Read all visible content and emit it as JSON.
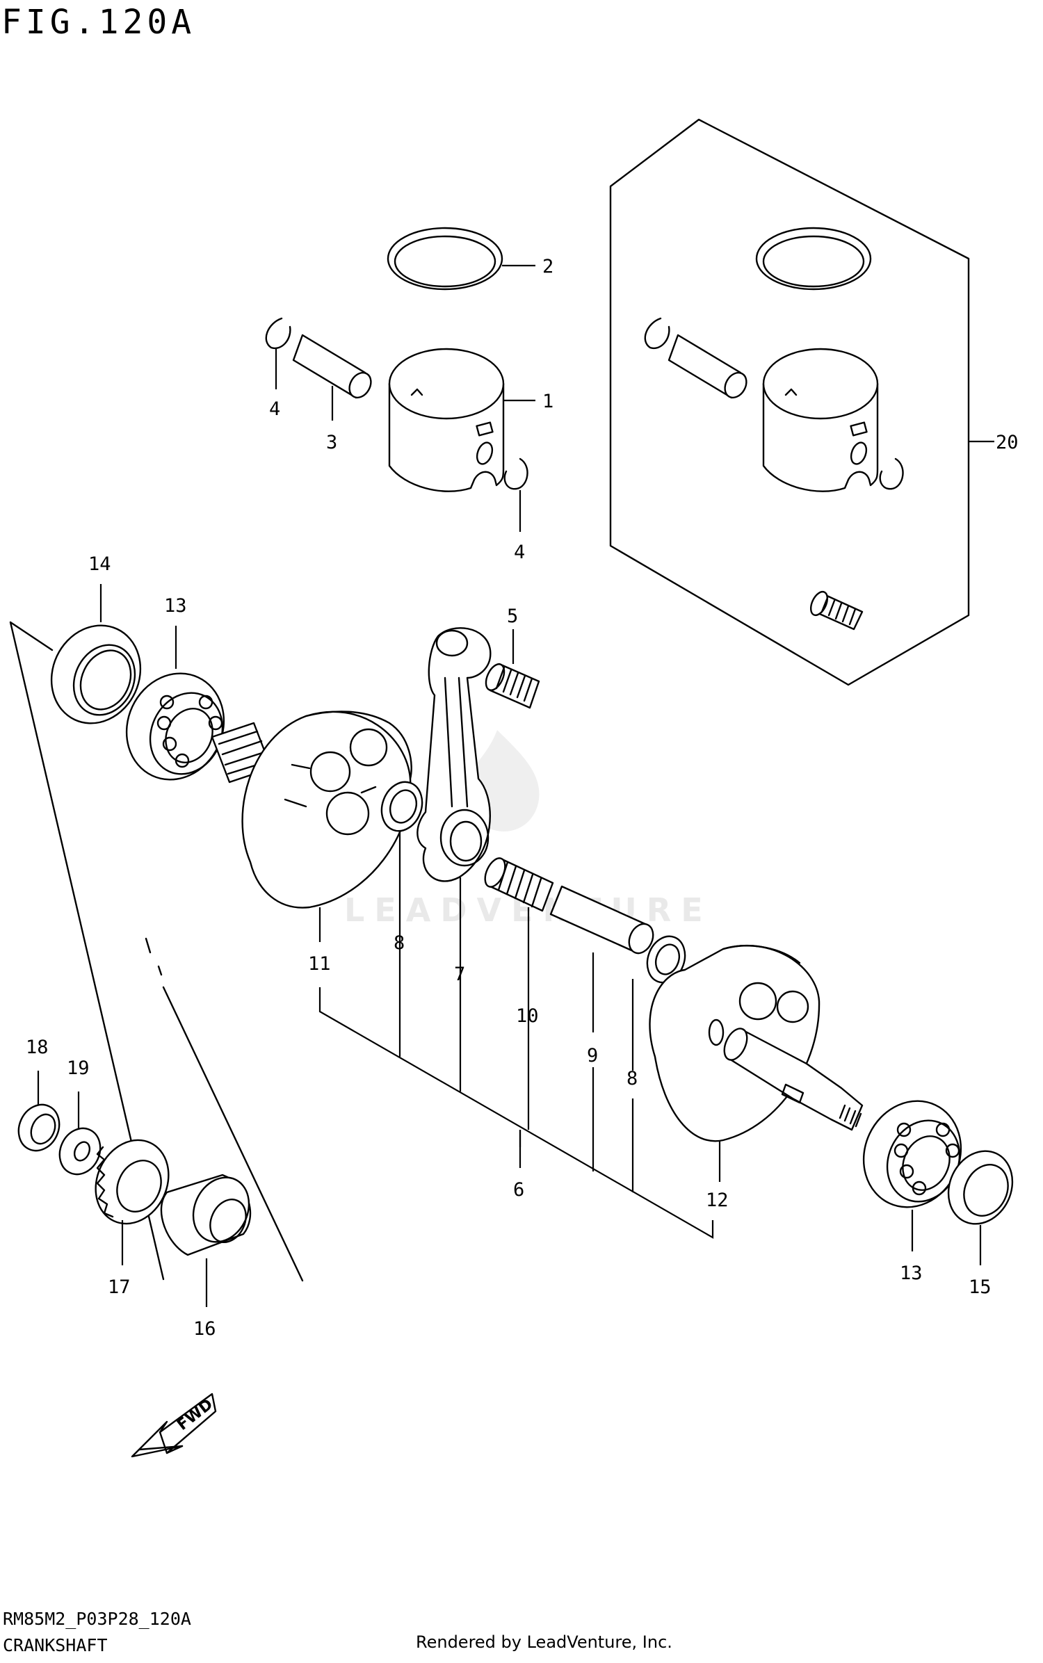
{
  "header": {
    "figure_title": "FIG.120A"
  },
  "footer": {
    "diagram_code": "RM85M2_P03P28_120A",
    "section_name": "CRANKSHAFT",
    "credit": "Rendered by LeadVenture, Inc."
  },
  "watermark": {
    "text": "LEADVENTURE"
  },
  "direction_arrow": {
    "label": "FWD"
  },
  "callouts": {
    "c1": "1",
    "c2": "2",
    "c3": "3",
    "c4a": "4",
    "c4b": "4",
    "c5": "5",
    "c6": "6",
    "c7": "7",
    "c8a": "8",
    "c8b": "8",
    "c9": "9",
    "c10": "10",
    "c11": "11",
    "c12": "12",
    "c13a": "13",
    "c13b": "13",
    "c14": "14",
    "c15": "15",
    "c16": "16",
    "c17": "17",
    "c18": "18",
    "c19": "19",
    "c20": "20"
  },
  "colors": {
    "line": "#000000",
    "background": "#ffffff",
    "watermark": "#e9e9e9"
  }
}
